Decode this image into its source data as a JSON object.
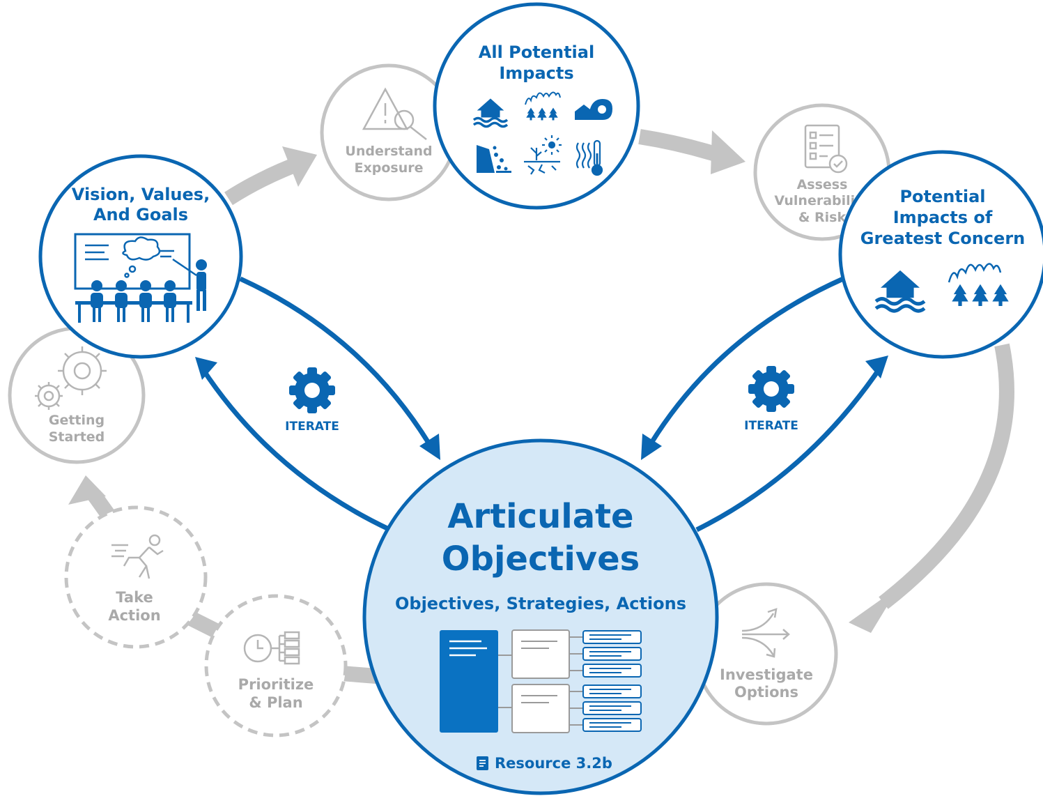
{
  "colors": {
    "blue": "#0a66b2",
    "light_blue_fill": "#d5e8f7",
    "grey": "#c4c4c4",
    "grey_text": "#a9a9a9",
    "white": "#ffffff"
  },
  "center": {
    "title_line1": "Articulate",
    "title_line2": "Objectives",
    "subtitle": "Objectives, Strategies, Actions",
    "resource_label": "Resource 3.2b",
    "resource_icon": "document-icon"
  },
  "iterate": {
    "left_label": "ITERATE",
    "right_label": "ITERATE",
    "icon": "gear-icon"
  },
  "steps": {
    "vision": {
      "line1": "Vision, Values,",
      "line2": "And Goals",
      "icon": "presentation-meeting-icon"
    },
    "understand": {
      "line1": "Understand",
      "line2": "Exposure",
      "icon": "warning-magnifier-icon"
    },
    "all_impacts": {
      "line1": "All Potential",
      "line2": "Impacts",
      "icons": [
        "flood-house-icon",
        "wildfire-icon",
        "storm-surge-icon",
        "landslide-icon",
        "drought-icon",
        "heat-icon"
      ]
    },
    "assess": {
      "line1": "Assess",
      "line2": "Vulnerability",
      "line3": "& Risk",
      "icon": "checklist-icon"
    },
    "greatest": {
      "line1": "Potential",
      "line2": "Impacts of",
      "line3": "Greatest Concern",
      "icons": [
        "flood-house-icon",
        "wildfire-icon"
      ]
    },
    "investigate": {
      "line1": "Investigate",
      "line2": "Options",
      "icon": "diverging-arrows-icon"
    },
    "prioritize": {
      "line1": "Prioritize",
      "line2": "& Plan",
      "icon": "clock-hierarchy-icon"
    },
    "take_action": {
      "line1": "Take",
      "line2": "Action",
      "icon": "running-person-icon"
    },
    "getting_started": {
      "line1": "Getting",
      "line2": "Started",
      "icon": "gears-icon"
    }
  }
}
